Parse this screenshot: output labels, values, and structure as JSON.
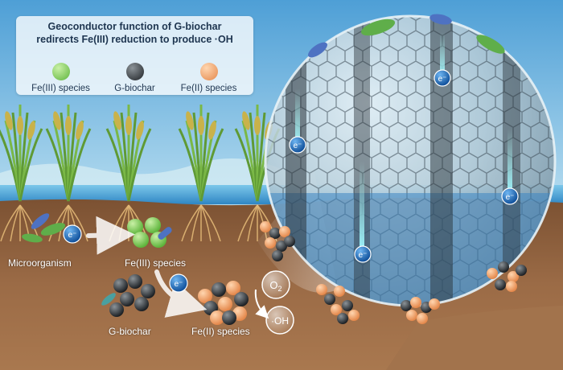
{
  "legend": {
    "title_line1": "Geoconductor function of G-biochar",
    "title_line2": "redirects Fe(III) reduction to produce ·OH",
    "items": [
      {
        "label": "Fe(III) species",
        "color": "#8dd26a"
      },
      {
        "label": "G-biochar",
        "color": "#2f3438"
      },
      {
        "label": "Fe(II) species",
        "color": "#f0a46a"
      }
    ]
  },
  "labels": {
    "microorganism": "Microorganism",
    "fe3_species": "Fe(III) species",
    "g_biochar": "G-biochar",
    "fe2_species": "Fe(II) species"
  },
  "symbols": {
    "electron": "e⁻",
    "oxygen": "O",
    "oxygen_sub": "2",
    "hydroxyl": "·OH"
  },
  "colors": {
    "sky_top": "#5fa8da",
    "soil": "#9a6a46",
    "water": "#3f8fc9",
    "graphene": "#4b5a66",
    "electron": "#1e6fc4"
  }
}
